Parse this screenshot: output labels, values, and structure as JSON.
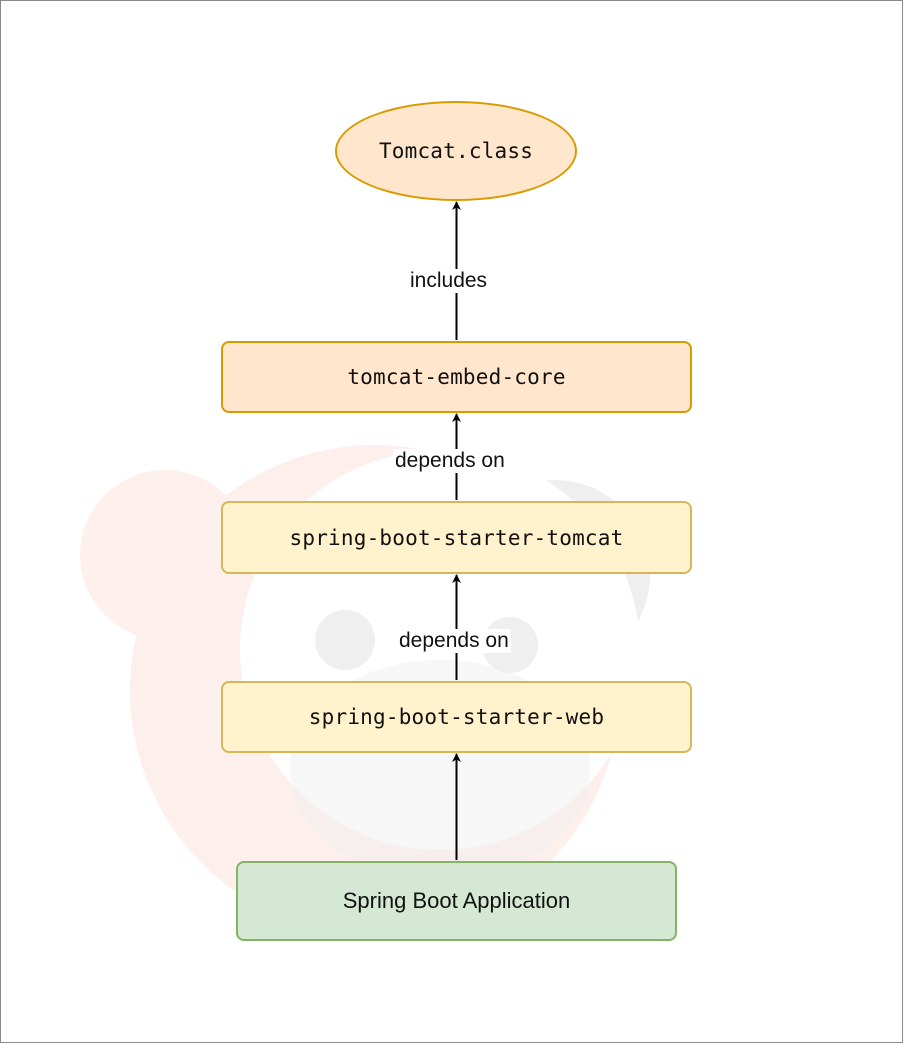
{
  "nodes": {
    "tomcat_class": "Tomcat.class",
    "tomcat_embed_core": "tomcat-embed-core",
    "starter_tomcat": "spring-boot-starter-tomcat",
    "starter_web": "spring-boot-starter-web",
    "application": "Spring Boot Application"
  },
  "edges": {
    "includes": "includes",
    "depends_on_1": "depends on",
    "depends_on_2": "depends on"
  },
  "colors": {
    "orange_fill": "#ffe6cc",
    "orange_stroke": "#d79b00",
    "yellow_fill": "#fff2cc",
    "yellow_stroke": "#d6b656",
    "green_fill": "#d5e8d4",
    "green_stroke": "#82b366",
    "arrow": "#000000"
  },
  "watermark": {
    "icon": "bear-mascot-icon"
  }
}
